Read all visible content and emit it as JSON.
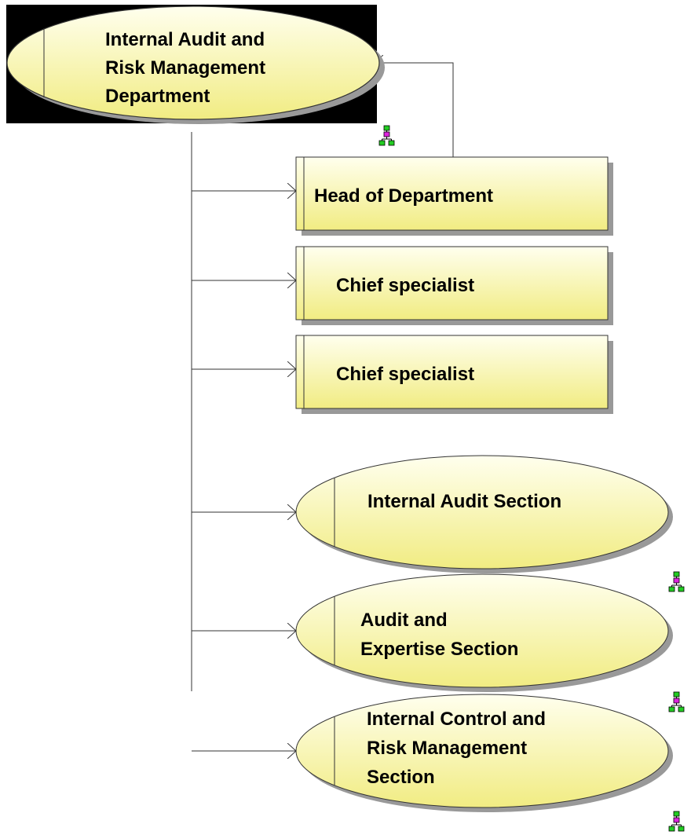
{
  "colors": {
    "fill_light": "#ffffee",
    "fill_dark": "#f1ec82",
    "stroke": "#333333",
    "shadow": "#999999",
    "selection": "#000000",
    "icon_green": "#22cc22",
    "icon_magenta": "#dd22dd"
  },
  "diagram": {
    "root": {
      "label_lines": [
        "Internal Audit and",
        "Risk Management",
        "Department"
      ]
    },
    "positions": [
      {
        "label_lines": [
          "Head of Department"
        ]
      },
      {
        "label_lines": [
          "Chief specialist"
        ]
      },
      {
        "label_lines": [
          "Chief specialist"
        ]
      }
    ],
    "sections": [
      {
        "label_lines": [
          "Internal Audit Section"
        ]
      },
      {
        "label_lines": [
          "Audit and",
          "Expertise Section"
        ]
      },
      {
        "label_lines": [
          "Internal Control and",
          "Risk Management",
          "Section"
        ]
      }
    ],
    "icon_name": "org-chart-icon"
  }
}
